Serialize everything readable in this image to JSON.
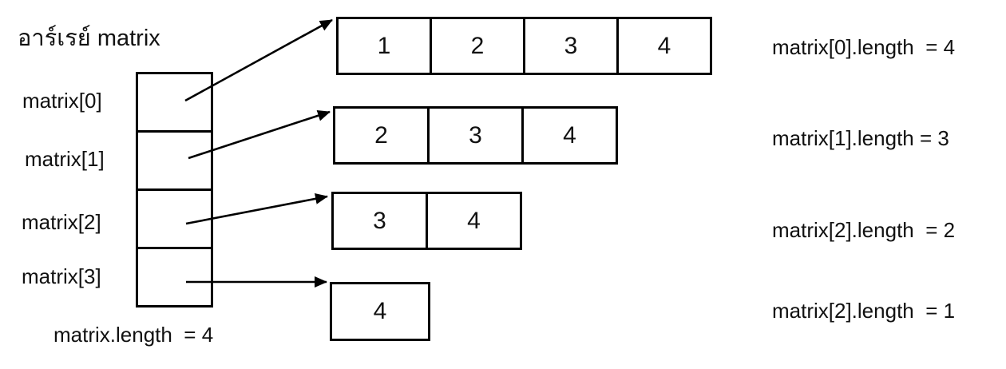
{
  "title": "อาร์เรย์ matrix",
  "pointer_array": {
    "labels": [
      "matrix[0]",
      "matrix[1]",
      "matrix[2]",
      "matrix[3]"
    ],
    "length_label": "matrix.length  = 4"
  },
  "rows": [
    {
      "cells": [
        "1",
        "2",
        "3",
        "4"
      ],
      "length_label": "matrix[0].length  = 4"
    },
    {
      "cells": [
        "2",
        "3",
        "4"
      ],
      "length_label": "matrix[1].length = 3"
    },
    {
      "cells": [
        "3",
        "4"
      ],
      "length_label": "matrix[2].length  = 2"
    },
    {
      "cells": [
        "4"
      ],
      "length_label": "matrix[2].length  = 1"
    }
  ],
  "colors": {
    "ink": "#000000",
    "background": "#ffffff"
  }
}
